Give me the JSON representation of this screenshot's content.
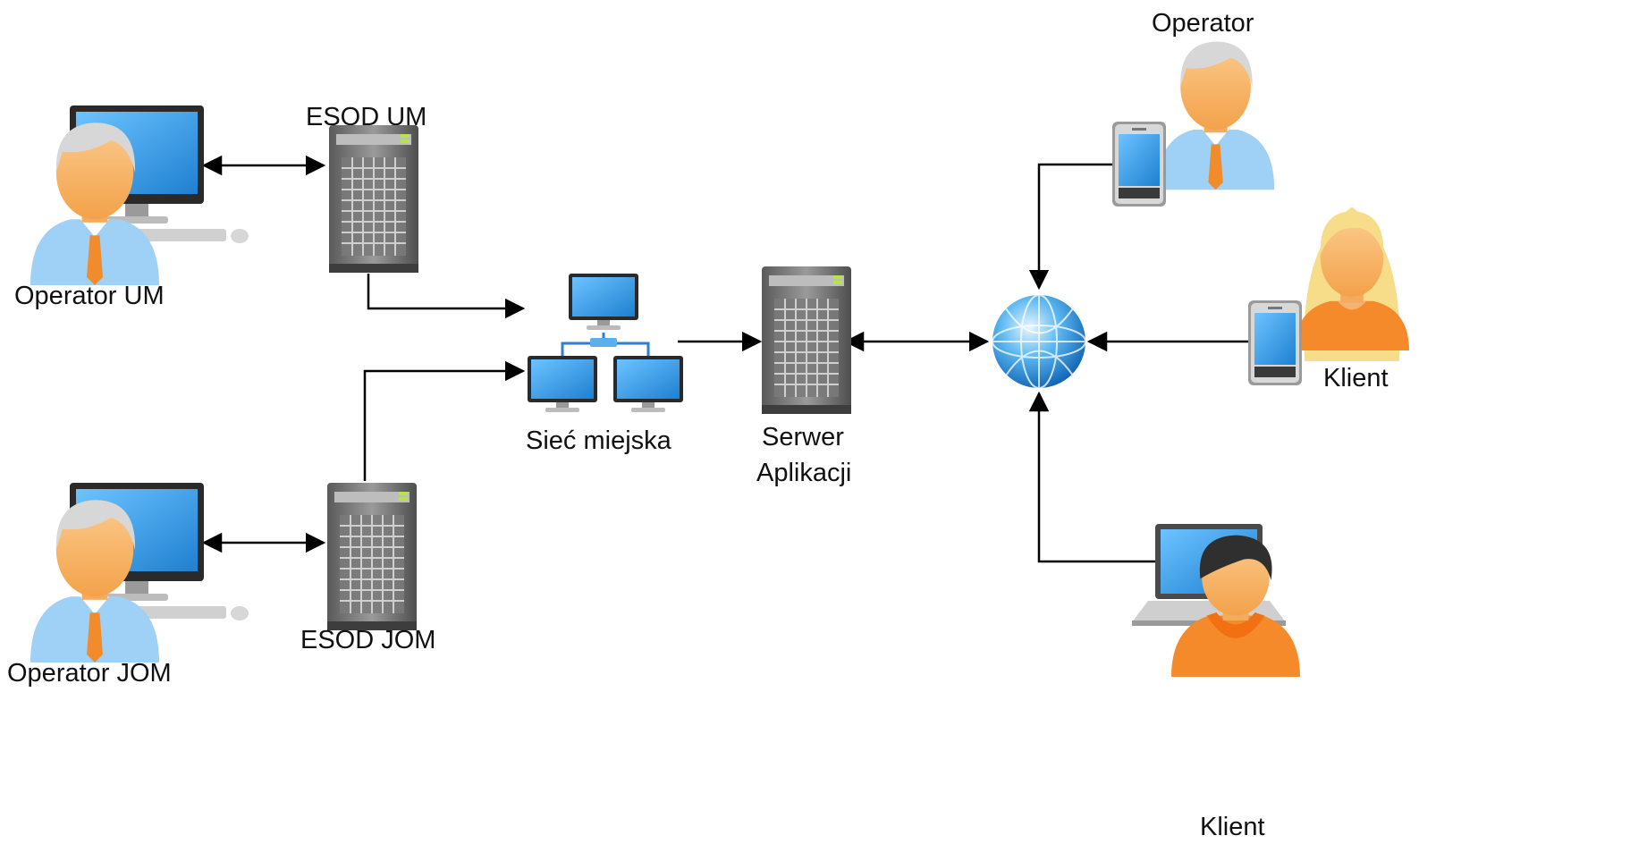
{
  "colors": {
    "skin": "#f8b96a",
    "skin_shade": "#f29a3c",
    "shirt_blue": "#9fd0f5",
    "tie_orange": "#f08c2c",
    "hair_gray": "#d7d7d7",
    "hair_blond": "#f7dc8a",
    "hair_dark": "#2f2f2f",
    "hoodie_orange": "#f48a2a",
    "screen_blue": "#3ea0e6",
    "server_gray": "#6f6f6f",
    "arrow": "#000000"
  },
  "nodes": {
    "operator_um": {
      "label": "Operator UM",
      "icon": "person-with-desktop-icon"
    },
    "esod_um": {
      "label": "ESOD UM",
      "icon": "server-icon"
    },
    "operator_jom": {
      "label": "Operator JOM",
      "icon": "person-with-desktop-icon"
    },
    "esod_jom": {
      "label": "ESOD JOM",
      "icon": "server-icon"
    },
    "siec_miejska": {
      "label": "Sieć miejska",
      "icon": "network-icon"
    },
    "serwer": {
      "label_line1": "Serwer",
      "label_line2": "Aplikacji",
      "icon": "server-icon"
    },
    "internet": {
      "icon": "globe-icon"
    },
    "operator_mobile": {
      "label": "Operator",
      "icon": "person-with-phone-icon"
    },
    "klient_mobile": {
      "label": "Klient",
      "icon": "woman-with-phone-icon"
    },
    "klient_laptop": {
      "label": "Klient",
      "icon": "person-with-laptop-icon"
    }
  },
  "connections": [
    {
      "from": "operator_um",
      "to": "esod_um",
      "direction": "both"
    },
    {
      "from": "operator_jom",
      "to": "esod_jom",
      "direction": "both"
    },
    {
      "from": "esod_um",
      "to": "siec_miejska",
      "direction": "forward"
    },
    {
      "from": "esod_jom",
      "to": "siec_miejska",
      "direction": "forward"
    },
    {
      "from": "siec_miejska",
      "to": "serwer",
      "direction": "forward"
    },
    {
      "from": "serwer",
      "to": "internet",
      "direction": "both"
    },
    {
      "from": "operator_mobile",
      "to": "internet",
      "direction": "forward"
    },
    {
      "from": "klient_mobile",
      "to": "internet",
      "direction": "forward"
    },
    {
      "from": "klient_laptop",
      "to": "internet",
      "direction": "forward"
    }
  ]
}
